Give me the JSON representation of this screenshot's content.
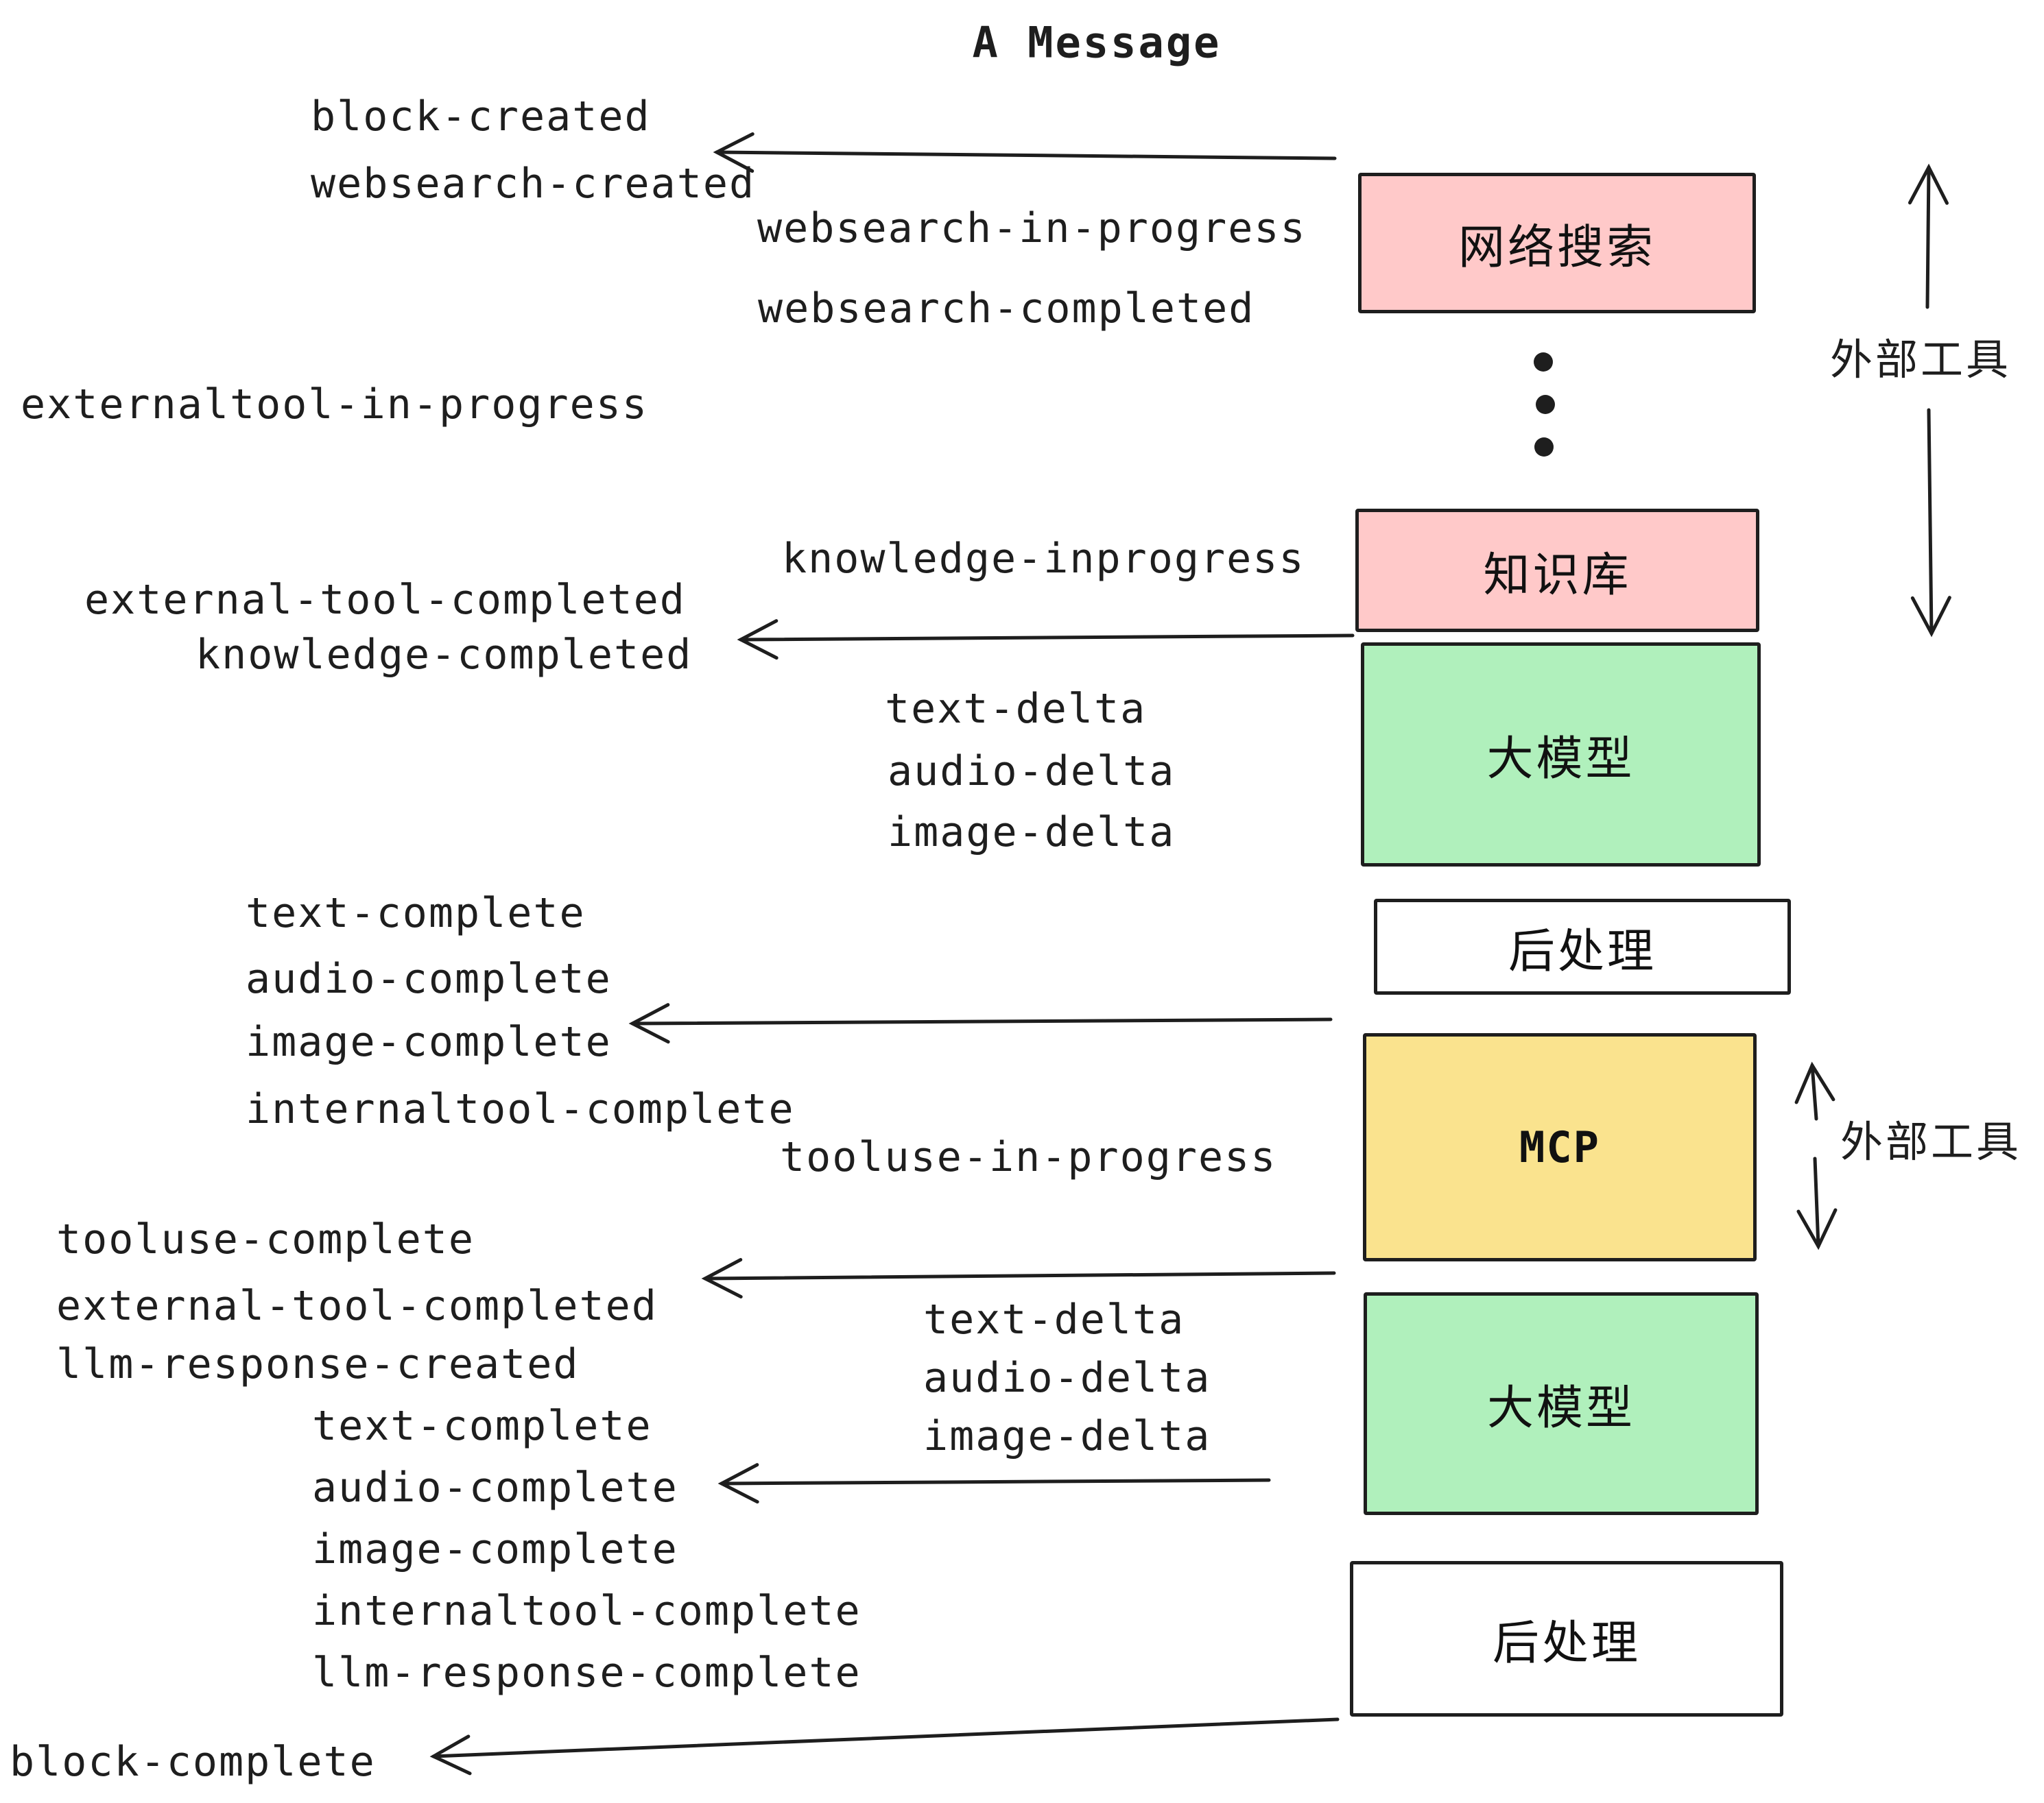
{
  "title": "A Message",
  "colors": {
    "background": "#ffffff",
    "stroke": "#1e1e1e",
    "box_pink": "#ffc9c9",
    "box_green": "#b0f0bc",
    "box_yellow": "#fae38e",
    "box_white": "#ffffff"
  },
  "boxes": {
    "websearch": {
      "label": "网络搜索",
      "fill": "#ffc9c9"
    },
    "knowledge": {
      "label": "知识库",
      "fill": "#ffc9c9"
    },
    "llm_1": {
      "label": "大模型",
      "fill": "#b0f0bc"
    },
    "post_1": {
      "label": "后处理",
      "fill": "#ffffff"
    },
    "mcp": {
      "label": "MCP",
      "fill": "#fae38e"
    },
    "llm_2": {
      "label": "大模型",
      "fill": "#b0f0bc"
    },
    "post_2": {
      "label": "后处理",
      "fill": "#ffffff"
    }
  },
  "annotations": {
    "external_tools_top": "外部工具",
    "external_tools_mid": "外部工具"
  },
  "events": {
    "block_created": "block-created",
    "websearch_created": "websearch-created",
    "websearch_in_progress": "websearch-in-progress",
    "websearch_completed": "websearch-completed",
    "externaltool_in_progress": "externaltool-in-progress",
    "knowledge_inprogress": "knowledge-inprogress",
    "external_tool_completed_1": "external-tool-completed",
    "knowledge_completed": "knowledge-completed",
    "text_delta_1": "text-delta",
    "audio_delta_1": "audio-delta",
    "image_delta_1": "image-delta",
    "text_complete_1": "text-complete",
    "audio_complete_1": "audio-complete",
    "image_complete_1": "image-complete",
    "internaltool_complete_1": "internaltool-complete",
    "tooluse_in_progress": "tooluse-in-progress",
    "tooluse_complete": "tooluse-complete",
    "external_tool_completed_2": "external-tool-completed",
    "llm_response_created": "llm-response-created",
    "text_delta_2": "text-delta",
    "audio_delta_2": "audio-delta",
    "image_delta_2": "image-delta",
    "text_complete_2": "text-complete",
    "audio_complete_2": "audio-complete",
    "image_complete_2": "image-complete",
    "internaltool_complete_2": "internaltool-complete",
    "llm_response_complete": "llm-response-complete",
    "block_complete": "block-complete"
  }
}
